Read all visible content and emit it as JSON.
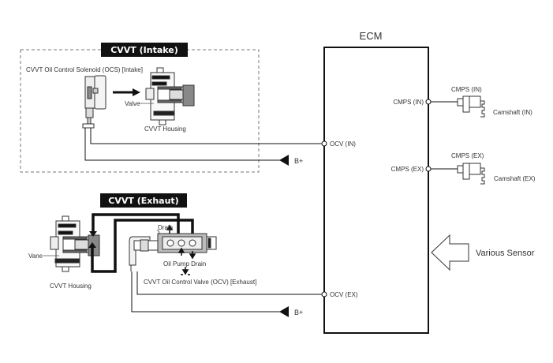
{
  "diagram": {
    "ecm": {
      "title": "ECM"
    },
    "intake": {
      "section_title": "CVVT (Intake)",
      "solenoid_label": "CVVT Oil Control Solenoid (OCS) [Intake]",
      "valve_label": "Valve",
      "housing_label": "CVVT Housing"
    },
    "exhaust": {
      "section_title": "CVVT (Exhaut)",
      "vane_label": "Vane",
      "housing_label": "CVVT Housing",
      "drain_label": "Drain",
      "oil_pump_drain_label": "Oil Pump Drain",
      "ocv_label": "CVVT Oil Control Valve (OCV) [Exhaust]"
    },
    "ecm_pins": {
      "ocv_in": "OCV (IN)",
      "ocv_ex": "OCV (EX)",
      "cmps_in": "CMPS (IN)",
      "cmps_ex": "CMPS (EX)"
    },
    "power": {
      "b_plus_1": "B+",
      "b_plus_2": "B+"
    },
    "sensors": {
      "cmps_in_label": "CMPS (IN)",
      "camshaft_in_label": "Camshaft (IN)",
      "cmps_ex_label": "CMPS (EX)",
      "camshaft_ex_label": "Camshaft (EX)",
      "various_sensor_label": "Various Sensor"
    }
  }
}
